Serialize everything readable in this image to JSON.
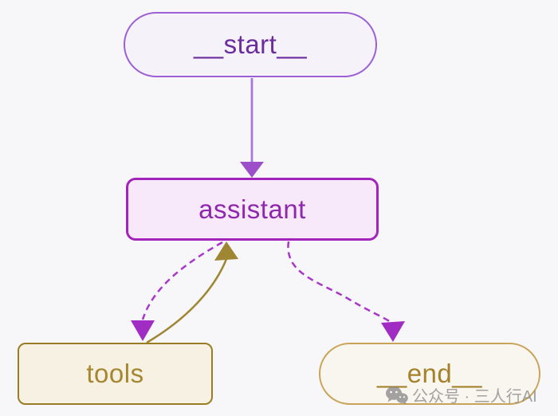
{
  "diagram": {
    "kind": "state-graph",
    "background_color": "#f7f7f9",
    "nodes": [
      {
        "id": "start",
        "label": "__start__",
        "shape": "stadium",
        "border_color": "#9c5fd4",
        "fill_color": "#f5f2fa",
        "text_color": "#6b2d9e"
      },
      {
        "id": "assistant",
        "label": "assistant",
        "shape": "rounded-rect",
        "border_color": "#a224bb",
        "fill_color": "#f7e9f9",
        "text_color": "#8e27ae"
      },
      {
        "id": "tools",
        "label": "tools",
        "shape": "rounded-rect",
        "border_color": "#9a7c25",
        "fill_color": "#f6f1e3",
        "text_color": "#a5872f"
      },
      {
        "id": "end",
        "label": "__end__",
        "shape": "stadium",
        "border_color": "#c9a458",
        "fill_color": "#f8f6ef",
        "text_color": "#a5812b"
      }
    ],
    "edges": [
      {
        "from": "__start__",
        "to": "assistant",
        "style": "solid",
        "line_color": "#a878dc",
        "arrow_color": "#9c4fc9"
      },
      {
        "from": "assistant",
        "to": "tools",
        "style": "dashed",
        "line_color": "#a936c9",
        "arrow_color": "#a12cc4"
      },
      {
        "from": "tools",
        "to": "assistant",
        "style": "solid",
        "line_color": "#9e8633",
        "arrow_color": "#9e8633"
      },
      {
        "from": "assistant",
        "to": "__end__",
        "style": "dashed",
        "line_color": "#a936c9",
        "arrow_color": "#a12cc4"
      }
    ]
  },
  "watermark": {
    "icon": "wechat-icon",
    "text": "公众号 · 三人行AI",
    "color": "#8a8a8a"
  }
}
